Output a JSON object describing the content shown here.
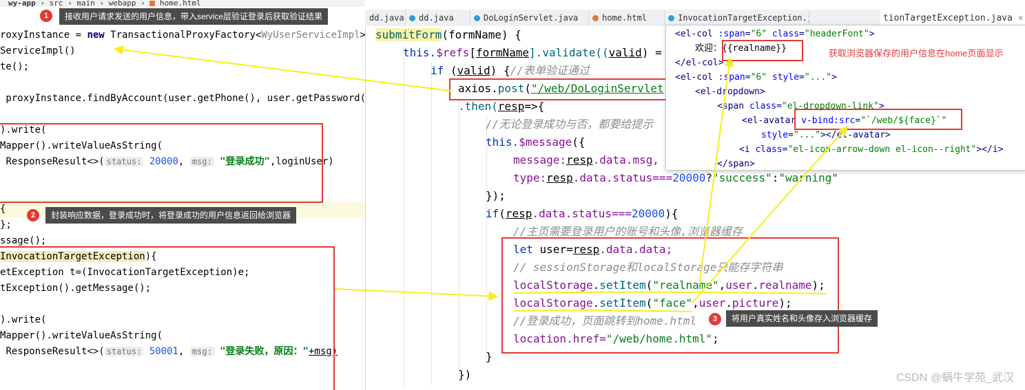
{
  "breadcrumb": [
    "wy-app",
    "src",
    "main",
    "webapp",
    "home.html"
  ],
  "tabs": [
    {
      "label": "dd.java"
    },
    {
      "label": "dd.java"
    },
    {
      "label": "DoLoginServlet.java"
    },
    {
      "label": "home.html"
    },
    {
      "label": "InvocationTargetException.java"
    },
    {
      "label": "tionTargetException.java"
    }
  ],
  "tab_close": "×",
  "left_code": [
    {
      "t1": "roxyInstance = ",
      "kw": "new",
      "t2": " TransactionalProxyFactory<",
      "grey": "WyUserServiceImpl",
      "t3": ">("
    },
    {
      "t1": "ServiceImpl()"
    },
    {
      "t1": "te();"
    },
    {
      "t1": ""
    },
    {
      "t1": " proxyInstance.findByAccount(user.getPhone(), user.getPassword());"
    },
    {
      "t1": ""
    },
    {
      "t1": ").write("
    },
    {
      "t1": "Mapper().writeValueAsString("
    },
    {
      "t1": "ResponseResult<>(",
      "hint1": "status:",
      "num": "20000",
      "t2": ", ",
      "hint2": "msg:",
      "str": "\"登录成功\"",
      "t3": ",loginUser)"
    },
    {
      "t1": ""
    },
    {
      "t1": ""
    },
    {
      "t1": "{"
    },
    {
      "t1": "};"
    },
    {
      "t1": "ssage();"
    },
    {
      "t1": "InvocationTargetException",
      "t2": "){"
    },
    {
      "t1": "etException t=(InvocationTargetException)e;"
    },
    {
      "t1": "tException().getMessage();"
    },
    {
      "t1": ""
    },
    {
      "t1": ").write("
    },
    {
      "t1": "Mapper().writeValueAsString("
    },
    {
      "t1": "ResponseResult<>(",
      "hint1": "status:",
      "num": "50001",
      "t2": ", ",
      "hint2": "msg:",
      "str": "\"登录失败，原因：\"",
      "t3": "+msg)"
    }
  ],
  "right_code": {
    "l1_fn": "submitForm",
    "l1_rest": "(formName) {",
    "l2_this": "this.",
    "l2_refs": "$refs",
    "l2_a": "[",
    "l2_form": "formName",
    "l2_b": "].validate((",
    "l2_valid": "valid",
    "l2_c": ") =",
    "l3_if": "if",
    "l3_a": " (",
    "l3_valid": "valid",
    "l3_b": ") {",
    "l3_comment": "//表单验证通过",
    "l4_axios": "axios.",
    "l4_post": "post",
    "l4_a": "(",
    "l4_url": "\"/web/DoLoginServlet",
    "l5_then": ".then(",
    "l5_resp": "resp",
    "l5_b": "=>{",
    "l6_comment": "//无论登录成功与否，都要给提示",
    "l7_this": "this.",
    "l7_msg": "$message",
    "l7_b": "({",
    "l8_a": "message:",
    "l8_resp": "resp",
    "l8_b": ".data.msg,",
    "l9_a": "type:",
    "l9_resp": "resp",
    "l9_b": ".data.status===",
    "l9_num": "20000",
    "l9_c": "?",
    "l9_s1": "\"success\"",
    "l9_d": ":",
    "l9_s2": "\"warning\"",
    "l10": "});",
    "l11_if": "if",
    "l11_a": "(",
    "l11_resp": "resp",
    "l11_b": ".data.status===",
    "l11_num": "20000",
    "l11_c": "){",
    "l12_comment": "//主页需要登录用户的账号和头像,浏览器缓存",
    "l13_let": "let",
    "l13_a": " user=",
    "l13_resp": "resp",
    "l13_b": ".data.data;",
    "l14_comment": "// sessionStorage和localStorage只能存字符串",
    "l15_ls": "localStorage",
    "l15_a": ".",
    "l15_set": "setItem",
    "l15_b": "(",
    "l15_key": "\"realname\"",
    "l15_c": ",",
    "l15_user": "user",
    "l15_d": ".",
    "l15_prop": "realname",
    "l15_e": ");",
    "l16_ls": "localStorage",
    "l16_a": ".",
    "l16_set": "setItem",
    "l16_b": "(",
    "l16_key": "\"face\"",
    "l16_c": ",",
    "l16_user": "user",
    "l16_d": ".",
    "l16_prop": "picture",
    "l16_e": ");",
    "l17_comment": "//登录成功，页面跳转到home.html",
    "l18_a": "location.href=",
    "l18_str": "\"/web/home.html\"",
    "l18_b": ";",
    "l19": "}",
    "l20": "})"
  },
  "popup_code": {
    "p1_a": "<el-col ",
    "p1_attr": ":span",
    "p1_b": "=",
    "p1_v": "\"6\"",
    "p1_attr2": " class",
    "p1_c": "=",
    "p1_v2": "\"headerFont\"",
    "p1_d": ">",
    "p2_label": "欢迎：",
    "p2_expr": "{{realname}}",
    "p3": "</el-col>",
    "p4_a": "<el-col ",
    "p4_attr": ":span",
    "p4_b": "=",
    "p4_v": "\"6\"",
    "p4_attr2": " style",
    "p4_c": "=",
    "p4_v2": "\"...\"",
    "p4_d": ">",
    "p5": "<el-dropdown>",
    "p6_a": "<span ",
    "p6_attr": "class",
    "p6_b": "=",
    "p6_v": "\"el-dropdown-link\"",
    "p6_c": ">",
    "p7_a": "<el-avatar ",
    "p7_attr": "v-bind:src",
    "p7_b": "=",
    "p7_v": "\"`/web/${face}`\"",
    "p8_attr": "style",
    "p8_b": "=",
    "p8_v": "\"...\"",
    "p8_c": "></el-avatar>",
    "p9_a": "<i ",
    "p9_attr": "class",
    "p9_b": "=",
    "p9_v": "\"el-icon-arrow-down el-icon--right\"",
    "p9_c": "></i>",
    "p10": "</span>"
  },
  "annotations": {
    "badge1": "1",
    "callout1": "接收用户请求发送的用户信息，带入service层验证登录后获取验证结果",
    "badge2": "2",
    "callout2": "封装响应数据，登录成功时，将登录成功的用户信息返回给浏览器",
    "badge3": "3",
    "callout3": "将用户真实姓名和头像存入浏览器缓存",
    "red_note": "获取浏览器保存的用户信息在home页面显示"
  },
  "watermark": "CSDN @蜗牛学苑_武汉",
  "colors": {
    "annotation_red": "#e53935",
    "arrow_yellow": "#f5ee1b",
    "callout_bg": "#4b4b4b"
  }
}
